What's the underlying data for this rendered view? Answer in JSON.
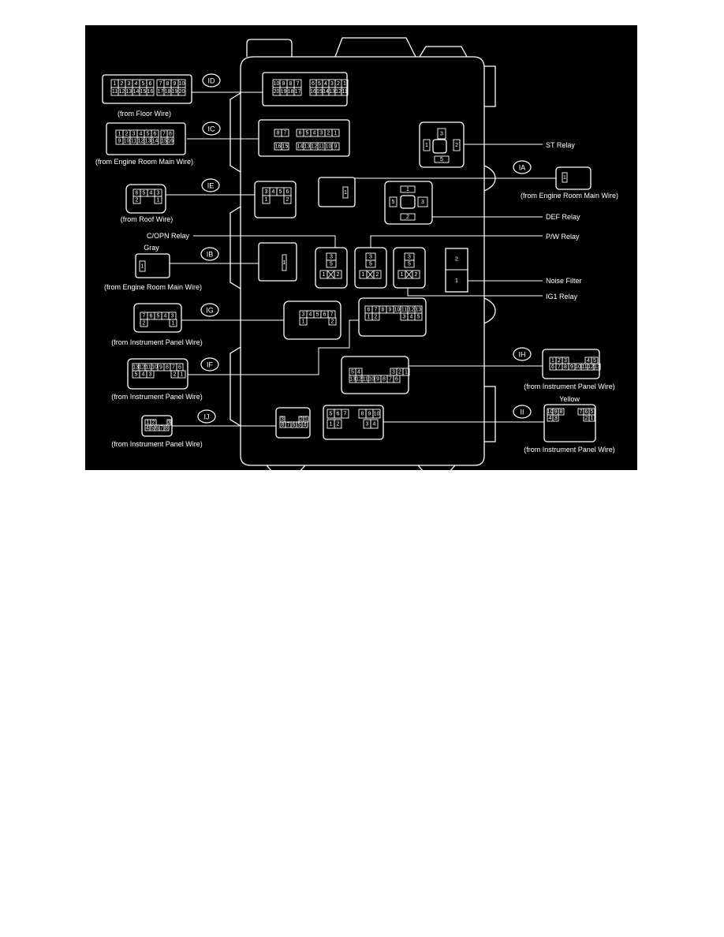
{
  "colors": {
    "background": "#000000",
    "line": "#ffffff",
    "page": "#ffffff"
  },
  "relays": {
    "st": "ST Relay",
    "def": "DEF Relay",
    "copn": "C/OPN Relay",
    "pw": "P/W Relay",
    "ig1": "IG1 Relay",
    "noise_filter": "Noise Filter"
  },
  "colors_text": {
    "gray": "Gray",
    "yellow": "Yellow"
  },
  "connector_ids": {
    "ID": "ID",
    "IC": "IC",
    "IE": "IE",
    "IB": "IB",
    "IG": "IG",
    "IF": "IF",
    "IJ": "IJ",
    "IA": "IA",
    "IH": "IH",
    "II": "II"
  },
  "sources": {
    "ID": "(from Floor Wire)",
    "IC": "(from Engine Room Main Wire)",
    "IE": "(from Roof Wire)",
    "IB": "(from Engine  Room Main Wire)",
    "IG": "(from Instrument Panel Wire)",
    "IF": "(from Instrument Panel Wire)",
    "IJ": "(from Instrument Panel Wire)",
    "IA": "(from Engine Room Main Wire)",
    "IH": "(from Instrument Panel Wire)",
    "II": "(from Instrument Panel Wire)"
  },
  "pins": {
    "ID_left": [
      [
        [
          "1",
          "2",
          "3",
          "4",
          "5",
          "6"
        ],
        [
          "11",
          "12",
          "13",
          "14",
          "15",
          "16"
        ]
      ],
      [
        [
          "7",
          "8",
          "9",
          "10"
        ],
        [
          "17",
          "18",
          "19",
          "20"
        ]
      ]
    ],
    "ID_box": [
      [
        [
          "10",
          "9",
          "8",
          "7"
        ],
        [
          "20",
          "19",
          "18",
          "17"
        ]
      ],
      [
        [
          "6",
          "5",
          "4",
          "3",
          "2",
          "1"
        ],
        [
          "16",
          "15",
          "14",
          "13",
          "12",
          "11"
        ]
      ]
    ],
    "IC_left": [
      [
        [
          "1",
          "2",
          "3",
          "4",
          "5",
          "6"
        ],
        [
          "9",
          "10",
          "11",
          "12",
          "13",
          "14"
        ]
      ],
      [
        [
          "7",
          "8"
        ],
        [
          "15",
          "16"
        ]
      ]
    ],
    "IC_box": [
      [
        [
          "8",
          "7"
        ],
        [
          "16",
          "15"
        ]
      ],
      [
        [
          "6",
          "5",
          "4",
          "3",
          "2",
          "1"
        ],
        [
          "14",
          "13",
          "12",
          "11",
          "10",
          "9"
        ]
      ]
    ],
    "IE_left": [
      [
        [
          "6",
          "5",
          "4",
          "3"
        ]
      ],
      [
        [
          "2"
        ]
      ],
      [
        [
          "1"
        ]
      ]
    ],
    "IE_box": [
      [
        [
          "3",
          "4",
          "5",
          "6"
        ]
      ],
      [
        [
          "1"
        ]
      ],
      [
        [
          "2"
        ]
      ]
    ],
    "IB_left": [
      [
        [
          "1"
        ]
      ]
    ],
    "IB_box": [
      [
        [
          "1"
        ]
      ]
    ],
    "IA": [
      [
        [
          "1"
        ]
      ]
    ],
    "small_box": [
      [
        [
          "1"
        ]
      ]
    ],
    "ST": [
      [
        [
          "3"
        ]
      ],
      [
        [
          "1"
        ]
      ],
      [
        [
          "2"
        ]
      ],
      [
        [
          "5"
        ]
      ]
    ],
    "DEF": [
      [
        [
          "1"
        ]
      ],
      [
        [
          "5"
        ]
      ],
      [
        [
          "3"
        ]
      ],
      [
        [
          "2"
        ]
      ]
    ],
    "COPN": [
      [
        [
          "3"
        ],
        [
          "5"
        ]
      ],
      [
        [
          "1",
          "",
          "2"
        ]
      ]
    ],
    "PW": [
      [
        [
          "3"
        ],
        [
          "5"
        ]
      ],
      [
        [
          "1",
          "",
          "2"
        ]
      ]
    ],
    "IG1": [
      [
        [
          "3"
        ],
        [
          "5"
        ]
      ],
      [
        [
          "1",
          "",
          "2"
        ]
      ]
    ],
    "NOISE": [
      [
        [
          "2"
        ]
      ],
      [
        [
          "1"
        ]
      ]
    ],
    "IG_left": [
      [
        [
          "7",
          "6",
          "5",
          "4",
          "3"
        ]
      ],
      [
        [
          "2"
        ]
      ],
      [
        [
          "1"
        ]
      ]
    ],
    "IG_box": [
      [
        [
          "3",
          "4",
          "5",
          "6",
          "7"
        ]
      ],
      [
        [
          "1"
        ]
      ],
      [
        [
          "2"
        ]
      ]
    ],
    "center_box": [
      [
        [
          "6",
          "7",
          "8",
          "9",
          "10",
          "11",
          "12",
          "13"
        ]
      ],
      [
        [
          "1",
          "2"
        ]
      ],
      [
        [
          "3",
          "4",
          "5"
        ]
      ]
    ],
    "IF_left": [
      [
        [
          "13",
          "12",
          "11",
          "10",
          "9",
          "8",
          "7",
          "6"
        ]
      ],
      [
        [
          "5",
          "4",
          "3"
        ]
      ],
      [
        [
          "2",
          "1"
        ]
      ]
    ],
    "IH_box": [
      [
        [
          "5",
          "4"
        ]
      ],
      [
        [
          "3",
          "2",
          "1"
        ]
      ],
      [
        [
          "13",
          "12",
          "11",
          "10",
          "9",
          "8",
          "7",
          "6"
        ]
      ]
    ],
    "IH_right": [
      [
        [
          "1",
          "2",
          "3"
        ]
      ],
      [
        [
          "4",
          "5"
        ]
      ],
      [
        [
          "6",
          "7",
          "8",
          "9",
          "10",
          "11",
          "12",
          "13"
        ]
      ]
    ],
    "IJ_left": [
      [
        [
          "1",
          "2"
        ]
      ],
      [
        [
          "3"
        ]
      ],
      [
        [
          "4",
          "5",
          "6",
          "7",
          "8"
        ]
      ]
    ],
    "IJ_box": [
      [
        [
          "3"
        ]
      ],
      [
        [
          "2",
          "1"
        ]
      ],
      [
        [
          "8",
          "7",
          "6",
          "5",
          "4"
        ]
      ]
    ],
    "II_box": [
      [
        [
          "5",
          "6",
          "7"
        ]
      ],
      [
        [
          "8",
          "9",
          "10"
        ]
      ],
      [
        [
          "1",
          "2"
        ]
      ],
      [
        [
          "3",
          "4"
        ]
      ]
    ],
    "II_right": [
      [
        [
          "10",
          "9",
          "8"
        ]
      ],
      [
        [
          "7",
          "6",
          "5"
        ]
      ],
      [
        [
          "4",
          "3"
        ]
      ],
      [
        [
          "2",
          "1"
        ]
      ]
    ]
  }
}
